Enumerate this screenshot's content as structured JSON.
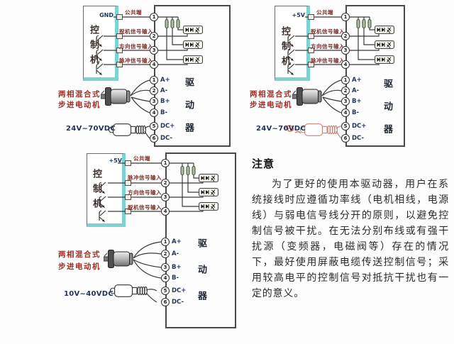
{
  "colors": {
    "accent_teal": "#7cd3d1",
    "signal_label_red": "#7c2d26",
    "motor_label_red": "#a12d22",
    "terminal_navy": "#22365c",
    "wire": "#3a3a3a"
  },
  "diagrams": [
    {
      "controller": {
        "title": "控制机",
        "power_pin": "GND"
      },
      "signals": [
        {
          "num": "1",
          "label": "公共端"
        },
        {
          "num": "2",
          "label": "脱机信号输入"
        },
        {
          "num": "3",
          "label": "方向信号输入"
        },
        {
          "num": "4",
          "label": "脉冲信号输入"
        }
      ],
      "motor": {
        "name_line1": "两相混合式",
        "name_line2": "步进电动机",
        "terminals": [
          {
            "num": "1",
            "label": "A+"
          },
          {
            "num": "2",
            "label": "A-"
          },
          {
            "num": "3",
            "label": "B+"
          },
          {
            "num": "4",
            "label": "B-"
          }
        ]
      },
      "power": {
        "label": "24V~70VDC",
        "terminals": [
          {
            "num": "5",
            "label": "DC+"
          },
          {
            "num": "6",
            "label": "DC-"
          }
        ]
      },
      "driver": {
        "title": "驱动器"
      }
    },
    {
      "controller": {
        "title": "控制机",
        "power_pin": "+5V"
      },
      "signals": [
        {
          "num": "1",
          "label": "公共端"
        },
        {
          "num": "2",
          "label": "脱机信号输入"
        },
        {
          "num": "3",
          "label": "方向信号输入"
        },
        {
          "num": "4",
          "label": "脉冲信号输入"
        }
      ],
      "motor": {
        "name_line1": "两相混合式",
        "name_line2": "步进电动机",
        "terminals": [
          {
            "num": "1",
            "label": "A+"
          },
          {
            "num": "2",
            "label": "A-"
          },
          {
            "num": "3",
            "label": "B+"
          },
          {
            "num": "4",
            "label": "B-"
          }
        ]
      },
      "power": {
        "label": "24V~70VDC",
        "terminals": [
          {
            "num": "5",
            "label": "DC+"
          },
          {
            "num": "6",
            "label": "DC-"
          }
        ]
      },
      "driver": {
        "title": "驱动器"
      }
    },
    {
      "controller": {
        "title": "控制机",
        "power_pin": "+5V"
      },
      "signals": [
        {
          "num": "1",
          "label": "公共端"
        },
        {
          "num": "2",
          "label": "脉冲信号输入"
        },
        {
          "num": "3",
          "label": "方向信号输入"
        },
        {
          "num": "4",
          "label": "脱机信号输入"
        }
      ],
      "motor": {
        "name_line1": "两相混合式",
        "name_line2": "步进电动机",
        "terminals": [
          {
            "num": "1",
            "label": "A+"
          },
          {
            "num": "2",
            "label": "A-"
          },
          {
            "num": "3",
            "label": "B+"
          },
          {
            "num": "4",
            "label": "B-"
          }
        ]
      },
      "power": {
        "label": "10V~40VDC",
        "terminals": [
          {
            "num": "5",
            "label": "DC+"
          },
          {
            "num": "6",
            "label": "DC-"
          }
        ]
      },
      "driver": {
        "title": "驱动器"
      }
    }
  ],
  "notice": {
    "title": "注意",
    "body": "为了更好的使用本驱动器，用户在系统接线时应遵循功率线（电机相线，电源线）与弱电信号线分开的原则，以避免控制信号被干扰。在无法分别布线或有强干扰源（变频器，电磁阀等）存在的情况下，最好使用屏蔽电缆传送控制信号；采用较高电平的控制信号对抵抗干扰也有一定的意义。"
  }
}
